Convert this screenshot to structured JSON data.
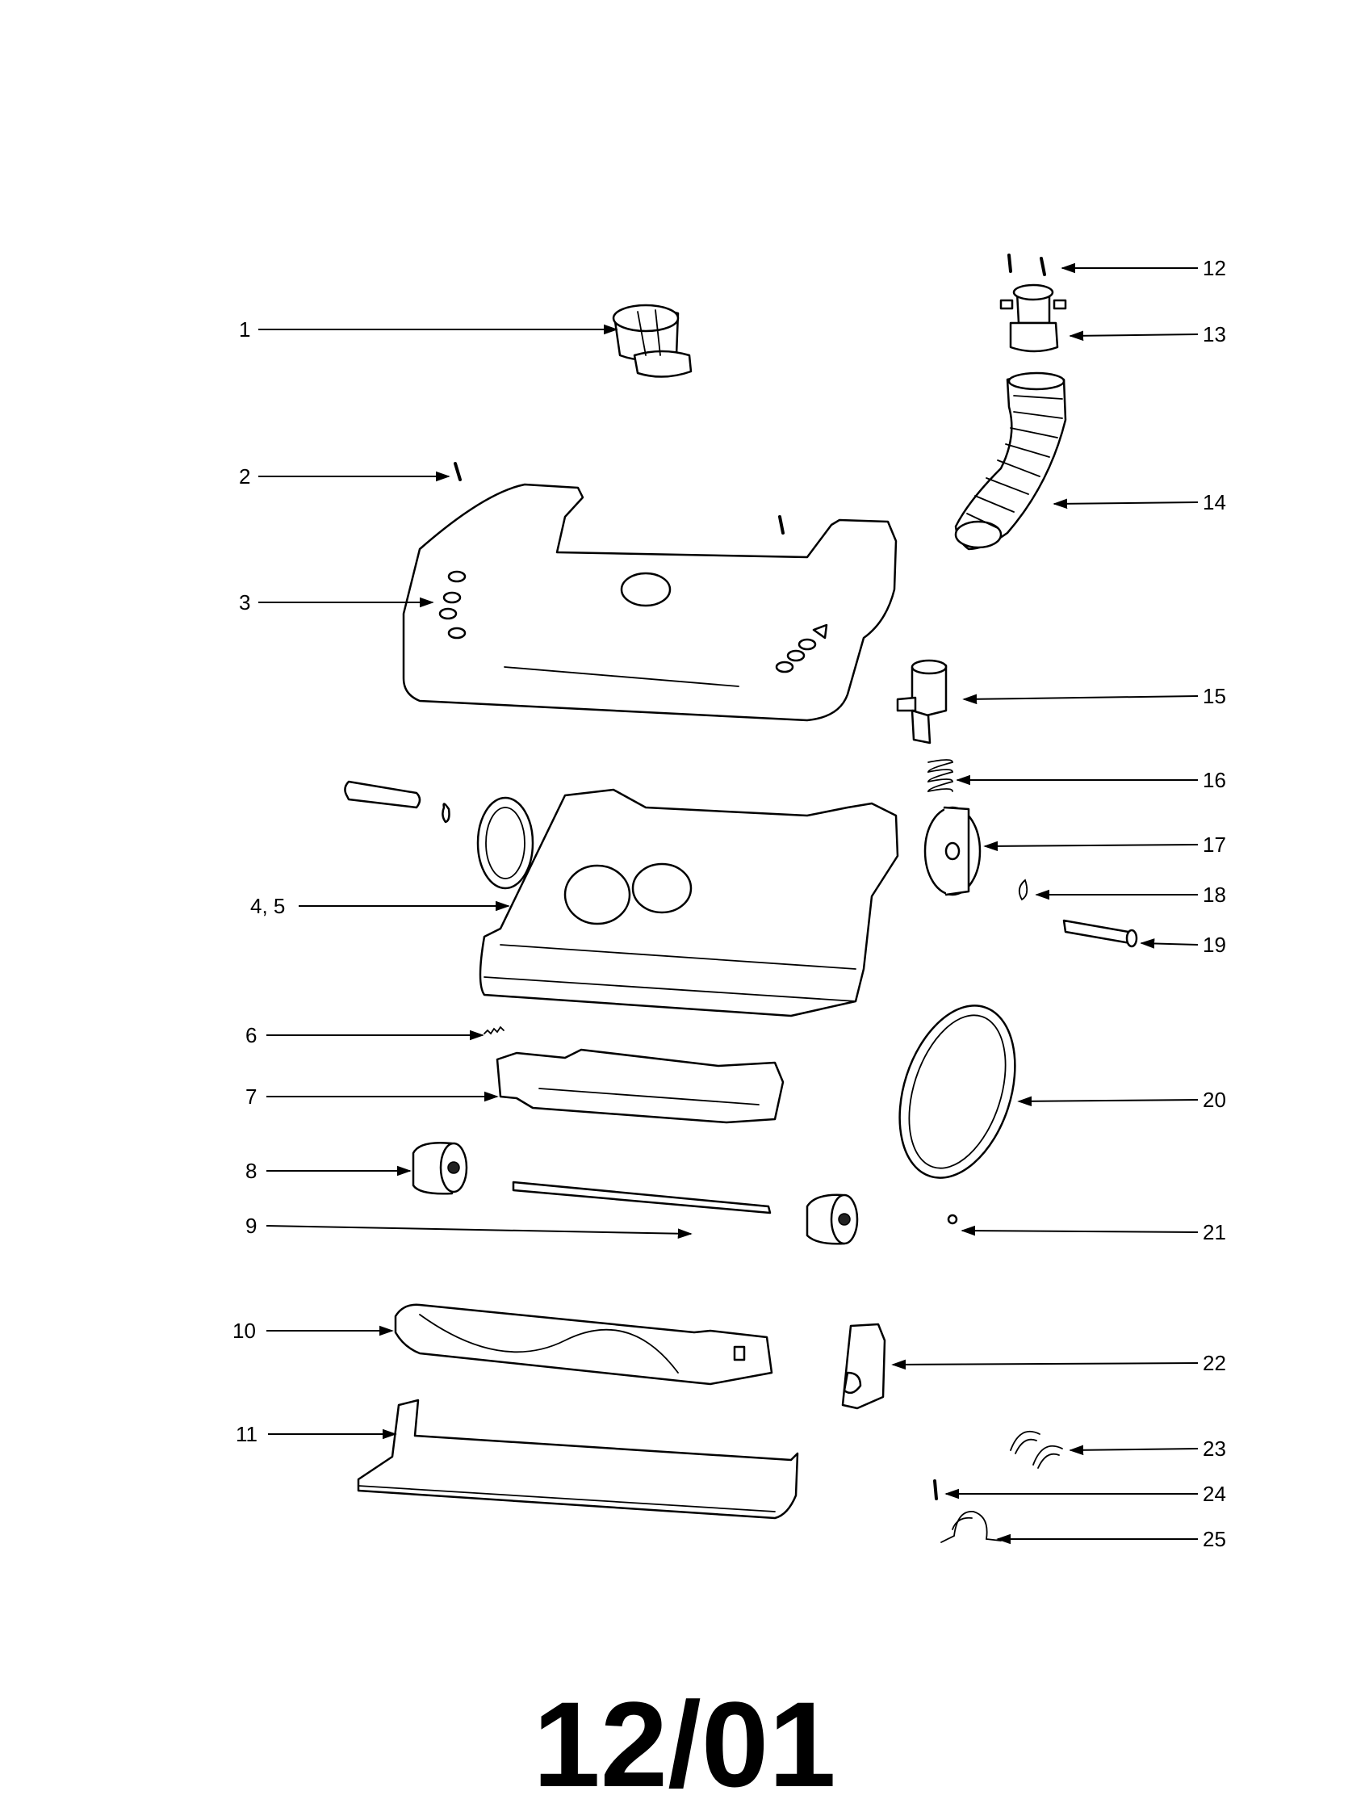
{
  "callouts": [
    {
      "id": "p1",
      "label": "1",
      "icon": "tube-coupler-icon"
    },
    {
      "id": "p2",
      "label": "2",
      "icon": "screw-icon"
    },
    {
      "id": "p3",
      "label": "3",
      "icon": "hood-cover-icon"
    },
    {
      "id": "p4",
      "label": "4, 5",
      "icon": "base-housing-icon"
    },
    {
      "id": "p6",
      "label": "6",
      "icon": "spring-icon"
    },
    {
      "id": "p7",
      "label": "7",
      "icon": "bottom-plate-icon"
    },
    {
      "id": "p8",
      "label": "8",
      "icon": "end-cap-icon"
    },
    {
      "id": "p9",
      "label": "9",
      "icon": "shaft-icon"
    },
    {
      "id": "p10",
      "label": "10",
      "icon": "brushroll-icon"
    },
    {
      "id": "p11",
      "label": "11",
      "icon": "bumper-icon"
    },
    {
      "id": "p12",
      "label": "12",
      "icon": "screw-icon"
    },
    {
      "id": "p13",
      "label": "13",
      "icon": "hose-cuff-icon"
    },
    {
      "id": "p14",
      "label": "14",
      "icon": "hose-icon"
    },
    {
      "id": "p15",
      "label": "15",
      "icon": "pedal-icon"
    },
    {
      "id": "p16",
      "label": "16",
      "icon": "spring-icon"
    },
    {
      "id": "p17",
      "label": "17",
      "icon": "wheel-icon"
    },
    {
      "id": "p18",
      "label": "18",
      "icon": "retaining-clip-icon"
    },
    {
      "id": "p19",
      "label": "19",
      "icon": "axle-icon"
    },
    {
      "id": "p20",
      "label": "20",
      "icon": "belt-icon"
    },
    {
      "id": "p21",
      "label": "21",
      "icon": "nut-icon"
    },
    {
      "id": "p22",
      "label": "22",
      "icon": "belt-guard-icon"
    },
    {
      "id": "p23",
      "label": "23",
      "icon": "clip-icon"
    },
    {
      "id": "p24",
      "label": "24",
      "icon": "screw-icon"
    },
    {
      "id": "p25",
      "label": "25",
      "icon": "hose-clamp-icon"
    }
  ],
  "footer": {
    "date_code": "12/01"
  }
}
